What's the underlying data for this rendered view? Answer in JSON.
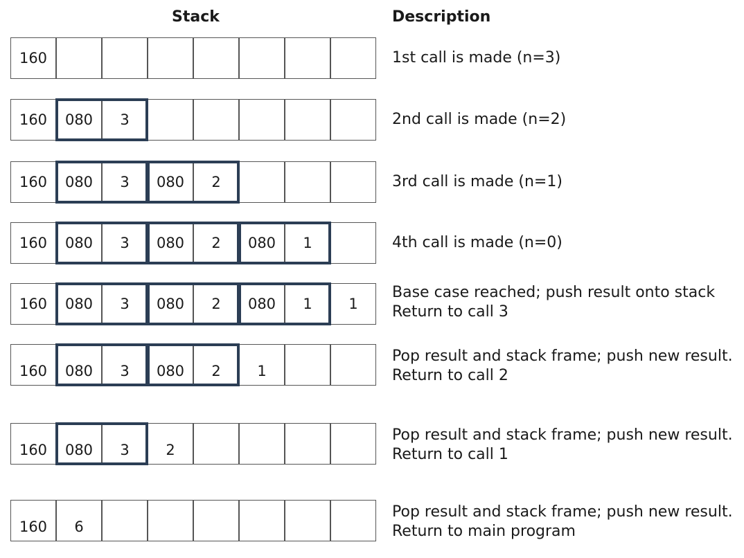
{
  "headers": {
    "stack": "Stack",
    "description": "Description"
  },
  "rows": [
    {
      "cells": [
        "160",
        "",
        "",
        "",
        "",
        "",
        "",
        ""
      ],
      "frames": [],
      "desc": [
        "1st call is made (n=3)"
      ]
    },
    {
      "cells": [
        "160",
        "080",
        "3",
        "",
        "",
        "",
        "",
        ""
      ],
      "frames": [
        [
          1,
          2
        ]
      ],
      "desc": [
        "2nd call is made (n=2)"
      ]
    },
    {
      "cells": [
        "160",
        "080",
        "3",
        "080",
        "2",
        "",
        "",
        ""
      ],
      "frames": [
        [
          1,
          2
        ],
        [
          3,
          4
        ]
      ],
      "desc": [
        "3rd call is made (n=1)"
      ]
    },
    {
      "cells": [
        "160",
        "080",
        "3",
        "080",
        "2",
        "080",
        "1",
        ""
      ],
      "frames": [
        [
          1,
          2
        ],
        [
          3,
          4
        ],
        [
          5,
          6
        ]
      ],
      "desc": [
        "4th call is made (n=0)"
      ]
    },
    {
      "cells": [
        "160",
        "080",
        "3",
        "080",
        "2",
        "080",
        "1",
        "1"
      ],
      "frames": [
        [
          1,
          2
        ],
        [
          3,
          4
        ],
        [
          5,
          6
        ]
      ],
      "desc": [
        "Base case reached; push result onto stack",
        "Return to call 3"
      ]
    },
    {
      "cells": [
        "160",
        "080",
        "3",
        "080",
        "2",
        "1",
        "",
        ""
      ],
      "frames": [
        [
          1,
          2
        ],
        [
          3,
          4
        ]
      ],
      "desc": [
        "Pop result and stack frame; push new result.",
        "Return to call 2"
      ]
    },
    {
      "cells": [
        "160",
        "080",
        "3",
        "2",
        "",
        "",
        "",
        ""
      ],
      "frames": [
        [
          1,
          2
        ]
      ],
      "desc": [
        "Pop result and stack frame; push new result.",
        "Return to call 1"
      ]
    },
    {
      "cells": [
        "160",
        "6",
        "",
        "",
        "",
        "",
        "",
        ""
      ],
      "frames": [],
      "desc": [
        "Pop result and stack frame; push new result.",
        "Return to main program"
      ]
    }
  ]
}
